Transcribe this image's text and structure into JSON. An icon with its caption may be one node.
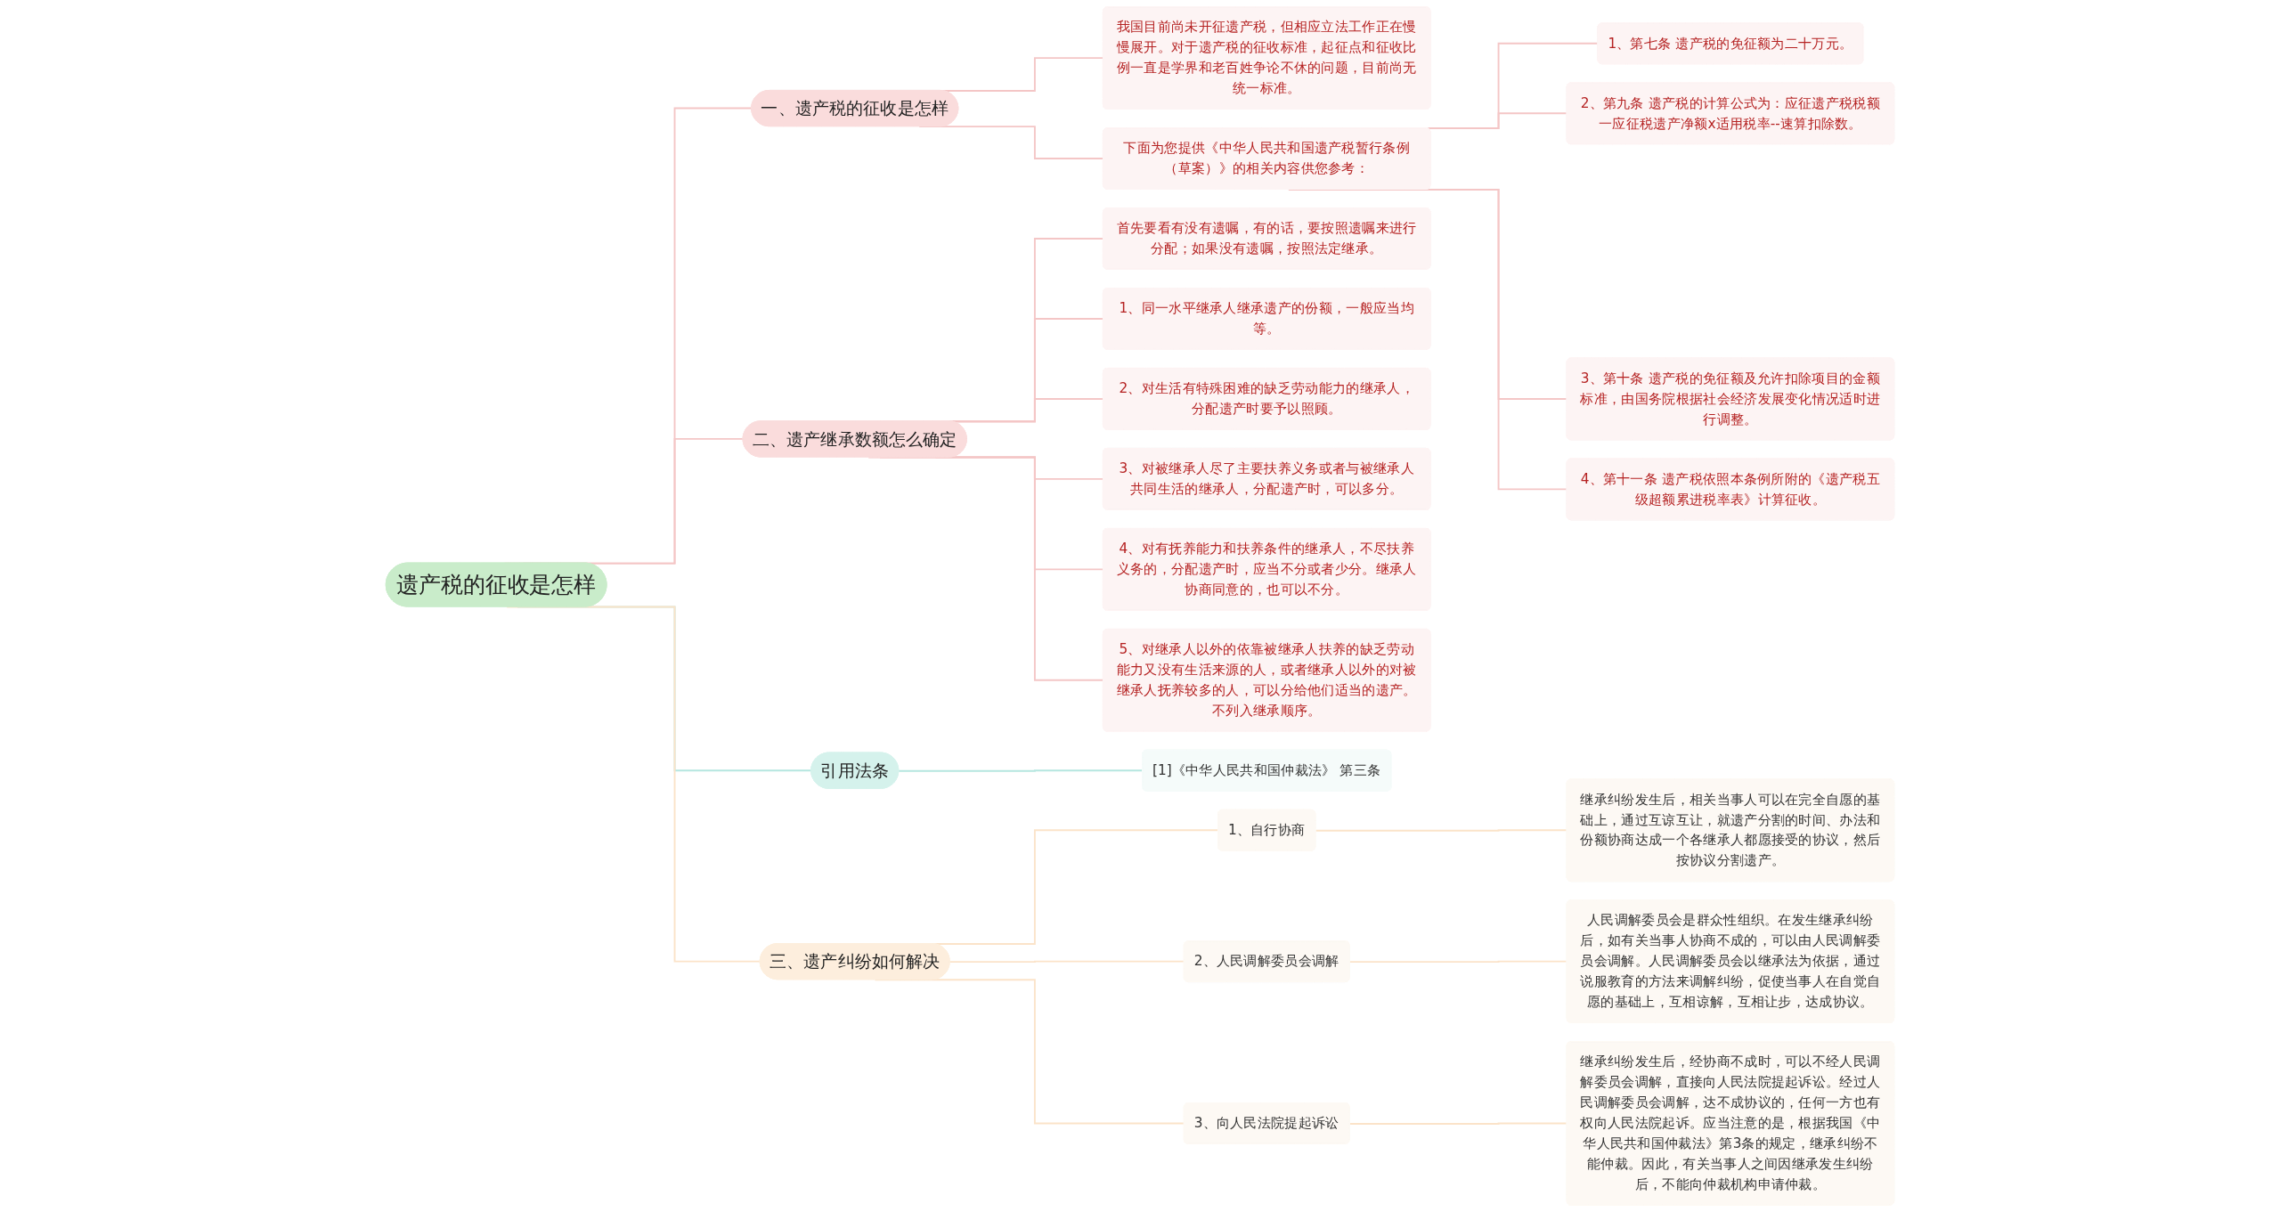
{
  "diagram": {
    "nodes": [
      {
        "text": [
          "遗产税的征收是怎样"
        ]
      },
      {
        "text": [
          "一、遗产税的征收是怎样"
        ]
      },
      {
        "text": [
          "我国目前尚未开征遗产税，但相应立法工作正在慢慢展开。对于遗产税的征收标准，起征点和征收比例一直是学界和老百姓争论不休的问题，目前尚无统一标准。"
        ]
      },
      {
        "text": [
          "下面为您提供《中华人民共和国遗产税暂行条例（草案）》的相关内容供您参考："
        ]
      },
      {
        "text": [
          "1、第七条 遗产税的免征额为二十万元。"
        ]
      },
      {
        "text": [
          "2、第九条 遗产税的计算公式为：应征遗产税税额一应征税遗产净额x适用税率--速算扣除数。"
        ]
      },
      {
        "text": [
          "3、第十条 遗产税的免征额及允许扣除项目的金额标准，由国务院根据社会经济发展变化情况适时进行调整。"
        ]
      },
      {
        "text": [
          "4、第十一条 遗产税依照本条例所附的《遗产税五级超额累进税率表》计算征收。"
        ]
      },
      {
        "text": [
          "二、遗产继承数额怎么确定"
        ]
      },
      {
        "text": [
          "首先要看有没有遗嘱，有的话，要按照遗嘱来进行分配；如果没有遗嘱，按照法定继承。"
        ]
      },
      {
        "text": [
          "1、同一水平继承人继承遗产的份额，一般应当均等。"
        ]
      },
      {
        "text": [
          "2、对生活有特殊困难的缺乏劳动能力的继承人，分配遗产时要予以照顾。"
        ]
      },
      {
        "text": [
          "3、对被继承人尽了主要扶养义务或者与被继承人共同生活的继承人，分配遗产时，可以多分。"
        ]
      },
      {
        "text": [
          "4、对有抚养能力和扶养条件的继承人，不尽扶养义务的，分配遗产时，应当不分或者少分。继承人协商同意的，也可以不分。"
        ]
      },
      {
        "text": [
          "5、对继承人以外的依靠被继承人扶养的缺乏劳动能力又没有生活来源的人，或者继承人以外的对被继承人抚养较多的人，可以分给他们适当的遗产。不列入继承顺序。"
        ]
      },
      {
        "text": [
          "引用法条"
        ]
      },
      {
        "text": [
          "[1]《中华人民共和国仲裁法》 第三条"
        ]
      },
      {
        "text": [
          "三、遗产纠纷如何解决"
        ]
      },
      {
        "text": [
          "1、自行协商"
        ]
      },
      {
        "text": [
          "继承纠纷发生后，相关当事人可以在完全自愿的基础上，通过互谅互让，就遗产分割的时间、办法和份额协商达成一个各继承人都愿接受的协议，然后按协议分割遗产。"
        ]
      },
      {
        "text": [
          "2、人民调解委员会调解"
        ]
      },
      {
        "text": [
          "人民调解委员会是群众性组织。在发生继承纠纷后，如有关当事人协商不成的，可以由人民调解委员会调解。人民调解委员会以继承法为依据，通过说服教育的方法来调解纠纷，促使当事人在自觉自愿的基础上，互相谅解，互相让步，达成协议。"
        ]
      },
      {
        "text": [
          "3、向人民法院提起诉讼"
        ]
      },
      {
        "text": [
          "继承纠纷发生后，经协商不成时，可以不经人民调解委员会调解，直接向人民法院提起诉讼。经过人民调解委员会调解，达不成协议的，任何一方也有权向人民法院起诉。应当注意的是，根据我国《中华人民共和国仲裁法》第3条的规定，继承纠纷不能仲裁。因此，有关当事人之间因继承发生纠纷后，不能向仲裁机构申请仲裁。"
        ]
      }
    ],
    "edges": [
      {
        "from": 0,
        "to": 1,
        "arrow": "none"
      },
      {
        "from": 1,
        "to": 2,
        "arrow": "none"
      },
      {
        "from": 1,
        "to": 3,
        "arrow": "none"
      },
      {
        "from": 3,
        "to": 4,
        "arrow": "none"
      },
      {
        "from": 3,
        "to": 5,
        "arrow": "none"
      },
      {
        "from": 3,
        "to": 6,
        "arrow": "none"
      },
      {
        "from": 3,
        "to": 7,
        "arrow": "none"
      },
      {
        "from": 0,
        "to": 8,
        "arrow": "none"
      },
      {
        "from": 8,
        "to": 9,
        "arrow": "none"
      },
      {
        "from": 8,
        "to": 10,
        "arrow": "none"
      },
      {
        "from": 8,
        "to": 11,
        "arrow": "none"
      },
      {
        "from": 8,
        "to": 12,
        "arrow": "none"
      },
      {
        "from": 8,
        "to": 13,
        "arrow": "none"
      },
      {
        "from": 8,
        "to": 14,
        "arrow": "none"
      },
      {
        "from": 0,
        "to": 15,
        "arrow": "none",
        "color": "#b5e6df"
      },
      {
        "from": 15,
        "to": 16,
        "arrow": "none",
        "color": "#b5e6df"
      },
      {
        "from": 0,
        "to": 17,
        "arrow": "none",
        "color": "#fbe3c9"
      },
      {
        "from": 17,
        "to": 18,
        "arrow": "none",
        "color": "#fbe3c9"
      },
      {
        "from": 18,
        "to": 19,
        "arrow": "none",
        "color": "#fbe3c9"
      },
      {
        "from": 17,
        "to": 20,
        "arrow": "none",
        "color": "#fbe3c9"
      },
      {
        "from": 20,
        "to": 21,
        "arrow": "none",
        "color": "#fbe3c9"
      },
      {
        "from": 17,
        "to": 22,
        "arrow": "none",
        "color": "#fbe3c9"
      },
      {
        "from": 22,
        "to": 23,
        "arrow": "none",
        "color": "#fbe3c9"
      }
    ]
  }
}
